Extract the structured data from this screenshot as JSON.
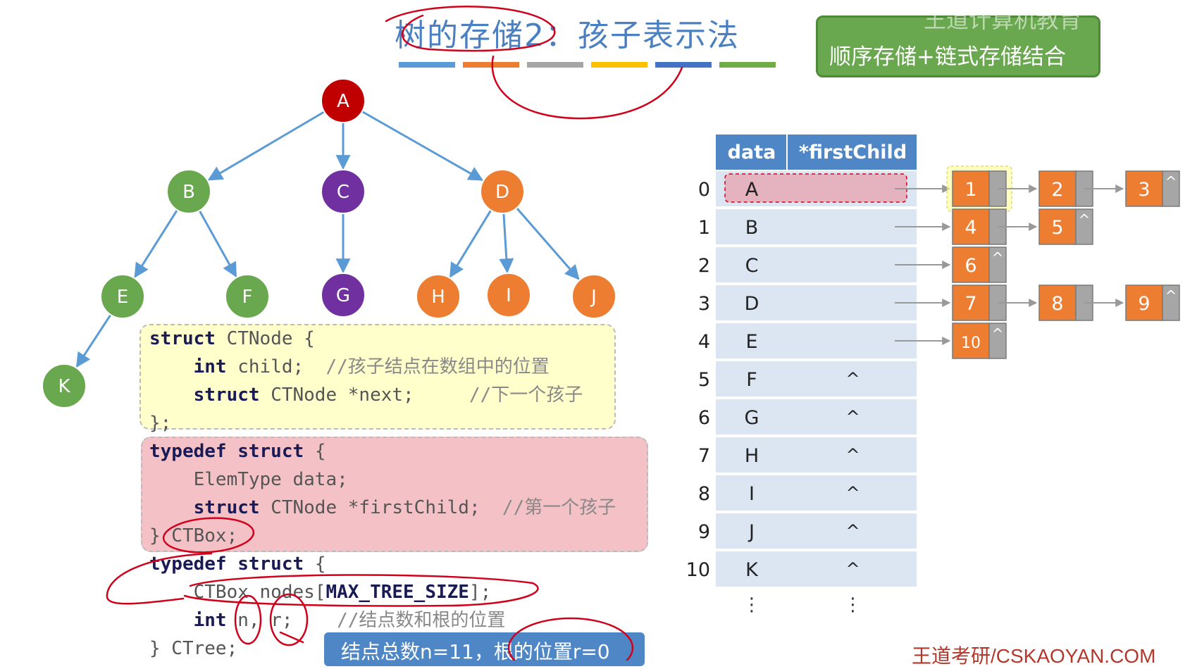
{
  "title": "树的存储2：孩子表示法",
  "callout": {
    "text": "顺序存储+链式存储结合",
    "watermark": "王道计算机教育"
  },
  "colors": {
    "title": "#4a7fc1",
    "node_red": "#c00000",
    "node_green": "#6aa84f",
    "node_purple": "#7030a0",
    "node_orange": "#ed7d31",
    "table_header": "#4f86c6",
    "table_row": "#dce6f2",
    "list_node": "#ed7d31",
    "list_ptr": "#a6a6a6",
    "yellow_box": "#ffffcc",
    "pink_box": "#f4c2c6",
    "annotation_red": "#d0021b",
    "footer": "#b3382c"
  },
  "color_bars": [
    "#5b9bd5",
    "#ed7d31",
    "#a5a5a5",
    "#ffc000",
    "#4472c4",
    "#70ad47"
  ],
  "tree": {
    "nodes": [
      {
        "label": "A",
        "color": "node_red"
      },
      {
        "label": "B",
        "color": "node_green"
      },
      {
        "label": "C",
        "color": "node_purple"
      },
      {
        "label": "D",
        "color": "node_orange"
      },
      {
        "label": "E",
        "color": "node_green"
      },
      {
        "label": "F",
        "color": "node_green"
      },
      {
        "label": "G",
        "color": "node_purple"
      },
      {
        "label": "H",
        "color": "node_orange"
      },
      {
        "label": "I",
        "color": "node_orange"
      },
      {
        "label": "J",
        "color": "node_orange"
      },
      {
        "label": "K",
        "color": "node_green"
      }
    ],
    "edges": [
      [
        "A",
        "B"
      ],
      [
        "A",
        "C"
      ],
      [
        "A",
        "D"
      ],
      [
        "B",
        "E"
      ],
      [
        "B",
        "F"
      ],
      [
        "C",
        "G"
      ],
      [
        "D",
        "H"
      ],
      [
        "D",
        "I"
      ],
      [
        "D",
        "J"
      ],
      [
        "E",
        "K"
      ]
    ]
  },
  "table": {
    "headers": [
      "data",
      "*firstChild"
    ],
    "rows": [
      {
        "index": "0",
        "data": "A",
        "first": ""
      },
      {
        "index": "1",
        "data": "B",
        "first": ""
      },
      {
        "index": "2",
        "data": "C",
        "first": ""
      },
      {
        "index": "3",
        "data": "D",
        "first": ""
      },
      {
        "index": "4",
        "data": "E",
        "first": ""
      },
      {
        "index": "5",
        "data": "F",
        "first": "^"
      },
      {
        "index": "6",
        "data": "G",
        "first": "^"
      },
      {
        "index": "7",
        "data": "H",
        "first": "^"
      },
      {
        "index": "8",
        "data": "I",
        "first": "^"
      },
      {
        "index": "9",
        "data": "J",
        "first": "^"
      },
      {
        "index": "10",
        "data": "K",
        "first": "^"
      }
    ],
    "ellipsis": "⋮"
  },
  "child_lists": [
    {
      "row": 0,
      "children": [
        "1",
        "2",
        "3"
      ]
    },
    {
      "row": 1,
      "children": [
        "4",
        "5"
      ]
    },
    {
      "row": 2,
      "children": [
        "6"
      ]
    },
    {
      "row": 3,
      "children": [
        "7",
        "8",
        "9"
      ]
    },
    {
      "row": 4,
      "children": [
        "10"
      ]
    }
  ],
  "null_symbol": "^",
  "code": {
    "ctnode": [
      [
        {
          "c": "kw",
          "t": "struct "
        },
        {
          "c": "ty",
          "t": "CTNode {"
        }
      ],
      [
        {
          "c": "kw",
          "t": "    int "
        },
        {
          "c": "ty",
          "t": "child;  "
        },
        {
          "c": "cm",
          "t": "//孩子结点在数组中的位置"
        }
      ],
      [
        {
          "c": "kw",
          "t": "    struct "
        },
        {
          "c": "ty",
          "t": "CTNode *next;     "
        },
        {
          "c": "cm",
          "t": "//下一个孩子"
        }
      ],
      [
        {
          "c": "ty",
          "t": "};"
        }
      ]
    ],
    "ctbox": [
      [
        {
          "c": "kw",
          "t": "typedef struct "
        },
        {
          "c": "ty",
          "t": "{"
        }
      ],
      [
        {
          "c": "ty",
          "t": "    ElemType data;"
        }
      ],
      [
        {
          "c": "kw",
          "t": "    struct "
        },
        {
          "c": "ty",
          "t": "CTNode *firstChild;  "
        },
        {
          "c": "cm",
          "t": "//第一个孩子"
        }
      ],
      [
        {
          "c": "ty",
          "t": "} CTBox;"
        }
      ]
    ],
    "ctree": [
      [
        {
          "c": "kw",
          "t": "typedef struct "
        },
        {
          "c": "ty",
          "t": "{"
        }
      ],
      [
        {
          "c": "ty",
          "t": "    CTBox nodes["
        },
        {
          "c": "kw",
          "t": "MAX_TREE_SIZE"
        },
        {
          "c": "ty",
          "t": "];"
        }
      ],
      [
        {
          "c": "kw",
          "t": "    int "
        },
        {
          "c": "ty",
          "t": "n, r;    "
        },
        {
          "c": "cm",
          "t": "//结点数和根的位置"
        }
      ],
      [
        {
          "c": "ty",
          "t": "} CTree;"
        }
      ]
    ]
  },
  "info_note": "结点总数n=11，根的位置r=0",
  "footer": "王道考研/CSKAOYAN.COM"
}
